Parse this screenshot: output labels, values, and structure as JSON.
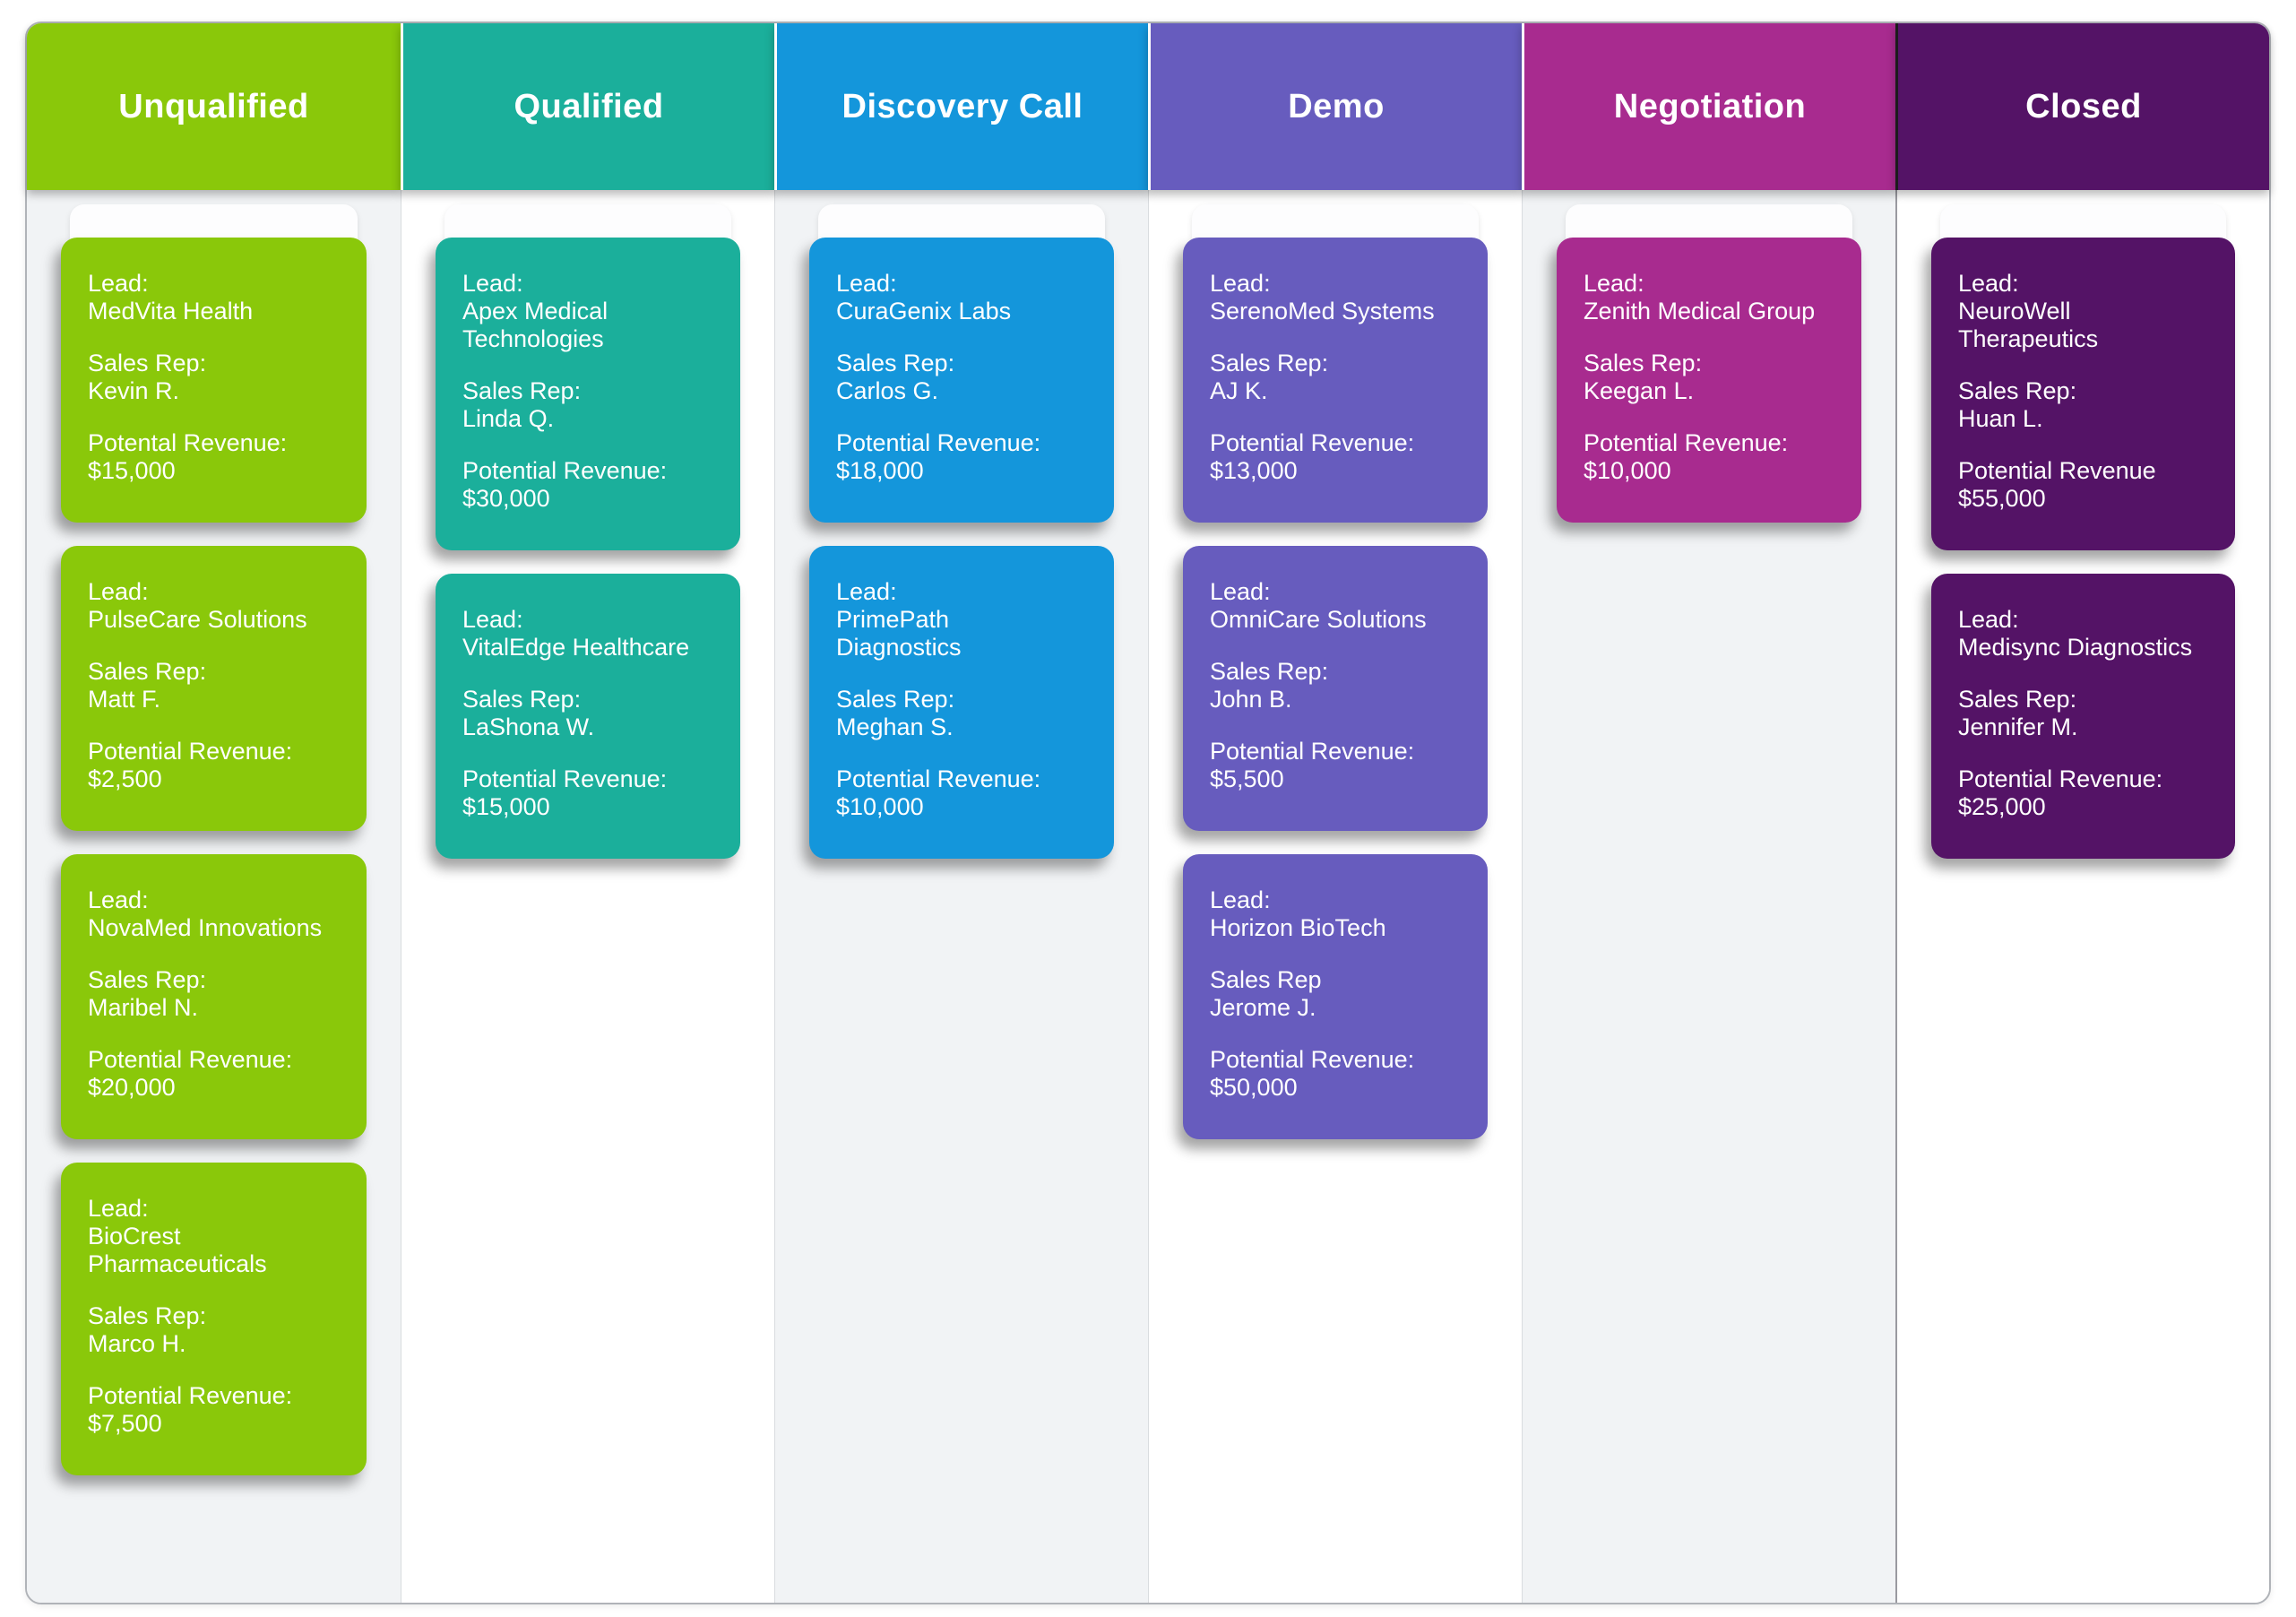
{
  "board": {
    "columns": [
      {
        "id": "unqualified",
        "title": "Unqualified",
        "color": "#8AC80A",
        "cards": [
          {
            "lead_label": "Lead:",
            "lead": "MedVita Health",
            "rep_label": "Sales Rep:",
            "rep": "Kevin R.",
            "revenue_label": "Potental Revenue:",
            "revenue": "$15,000"
          },
          {
            "lead_label": "Lead:",
            "lead": "PulseCare Solutions",
            "rep_label": "Sales Rep:",
            "rep": "Matt F.",
            "revenue_label": "Potential Revenue:",
            "revenue": "$2,500"
          },
          {
            "lead_label": "Lead:",
            "lead": "NovaMed Innovations",
            "rep_label": "Sales Rep:",
            "rep": "Maribel N.",
            "revenue_label": "Potential Revenue:",
            "revenue": "$20,000"
          },
          {
            "lead_label": "Lead:",
            "lead": "BioCrest Pharmaceuticals",
            "rep_label": "Sales Rep:",
            "rep": "Marco H.",
            "revenue_label": "Potential Revenue:",
            "revenue": "$7,500"
          }
        ]
      },
      {
        "id": "qualified",
        "title": "Qualified",
        "color": "#1BAF9B",
        "cards": [
          {
            "lead_label": "Lead:",
            "lead": "Apex Medical Technologies",
            "rep_label": "Sales Rep:",
            "rep": "Linda Q.",
            "revenue_label": "Potential Revenue:",
            "revenue": "$30,000"
          },
          {
            "lead_label": "Lead:",
            "lead": "VitalEdge Healthcare",
            "rep_label": "Sales Rep:",
            "rep": "LaShona W.",
            "revenue_label": "Potential Revenue:",
            "revenue": "$15,000"
          }
        ]
      },
      {
        "id": "discovery-call",
        "title": "Discovery Call",
        "color": "#1496DB",
        "cards": [
          {
            "lead_label": "Lead:",
            "lead": "CuraGenix Labs",
            "rep_label": "Sales Rep:",
            "rep": "Carlos G.",
            "revenue_label": "Potential Revenue:",
            "revenue": "$18,000"
          },
          {
            "lead_label": "Lead:",
            "lead": "PrimePath Diagnostics",
            "rep_label": "Sales Rep:",
            "rep": "Meghan S.",
            "revenue_label": "Potential Revenue:",
            "revenue": "$10,000"
          }
        ]
      },
      {
        "id": "demo",
        "title": "Demo",
        "color": "#675CBE",
        "cards": [
          {
            "lead_label": "Lead:",
            "lead": "SerenoMed Systems",
            "rep_label": "Sales Rep:",
            "rep": "AJ K.",
            "revenue_label": "Potential Revenue:",
            "revenue": "$13,000"
          },
          {
            "lead_label": "Lead:",
            "lead": "OmniCare Solutions",
            "rep_label": "Sales Rep:",
            "rep": "John B.",
            "revenue_label": "Potential Revenue:",
            "revenue": "$5,500"
          },
          {
            "lead_label": "Lead:",
            "lead": "Horizon BioTech",
            "rep_label": "Sales Rep",
            "rep": "Jerome J.",
            "revenue_label": "Potential Revenue:",
            "revenue": "$50,000"
          }
        ]
      },
      {
        "id": "negotiation",
        "title": "Negotiation",
        "color": "#A82B8F",
        "cards": [
          {
            "lead_label": "Lead:",
            "lead": "Zenith Medical Group",
            "rep_label": "Sales Rep:",
            "rep": "Keegan L.",
            "revenue_label": "Potential Revenue:",
            "revenue": "$10,000"
          }
        ]
      },
      {
        "id": "closed",
        "title": "Closed",
        "color": "#541366",
        "cards": [
          {
            "lead_label": "Lead:",
            "lead": "NeuroWell Therapeutics",
            "rep_label": "Sales Rep:",
            "rep": "Huan L.",
            "revenue_label": "Potential Revenue",
            "revenue": "$55,000"
          },
          {
            "lead_label": "Lead:",
            "lead": "Medisync Diagnostics",
            "rep_label": "Sales Rep:",
            "rep": "Jennifer M.",
            "revenue_label": "Potential Revenue:",
            "revenue": "$25,000"
          }
        ]
      }
    ]
  }
}
